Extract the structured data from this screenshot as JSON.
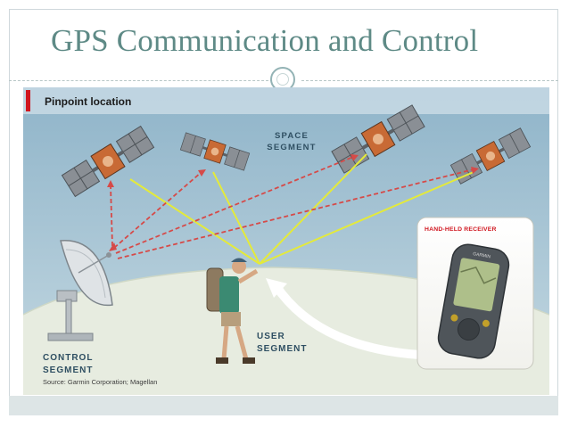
{
  "slide": {
    "title": "GPS Communication and Control"
  },
  "figure": {
    "title": "Pinpoint location",
    "space_segment_line1": "SPACE",
    "space_segment_line2": "SEGMENT",
    "user_segment_line1": "USER",
    "user_segment_line2": "SEGMENT",
    "control_segment_line1": "CONTROL",
    "control_segment_line2": "SEGMENT",
    "receiver_label": "HAND-HELD RECEIVER",
    "source": "Source: Garmin Corporation; Magellan",
    "device_brand": "GARMIN"
  },
  "colors": {
    "title_text": "#5e8a86",
    "sky_top": "#8fb4c9",
    "sky_bottom": "#c5d9e2",
    "ground": "#e7ece0",
    "signal_user": "#e4ea3a",
    "signal_control": "#d64a48",
    "accent_bar": "#d0161f"
  },
  "icons": [
    "satellite-icon",
    "dish-antenna-icon",
    "hiker-icon",
    "gps-device-icon",
    "curved-arrow-icon"
  ]
}
